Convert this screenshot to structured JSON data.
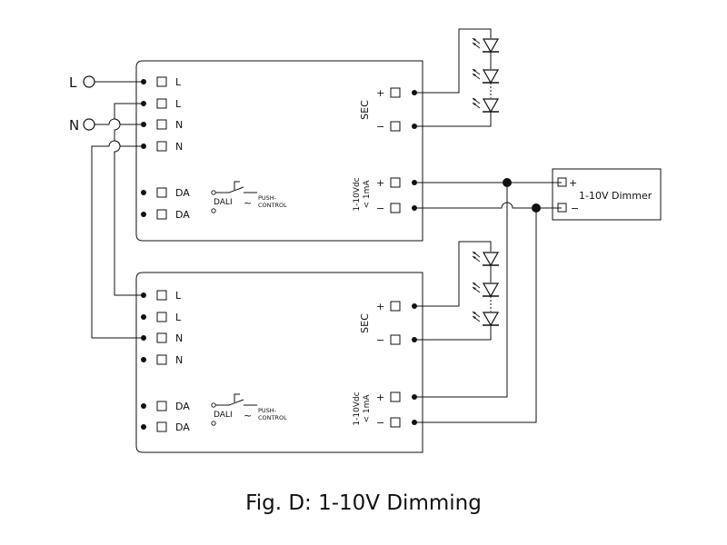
{
  "caption": "Fig. D: 1-10V Dimming",
  "inputs": {
    "line": "L",
    "neutral": "N"
  },
  "driver": {
    "terminals": [
      "L",
      "L",
      "N",
      "N"
    ],
    "dali_terminals": [
      "DA",
      "DA"
    ],
    "dali_switch": {
      "left": "DALI",
      "right_line1": "PUSH-",
      "right_line2": "CONTROL",
      "tilde": "~"
    },
    "sec_label": "SEC",
    "dim_label_line1": "1-10Vdc",
    "dim_label_line2": "< 1mA",
    "plus": "+",
    "minus": "−"
  },
  "dimmer": {
    "label": "1-10V Dimmer",
    "plus": "+",
    "minus": "−"
  }
}
